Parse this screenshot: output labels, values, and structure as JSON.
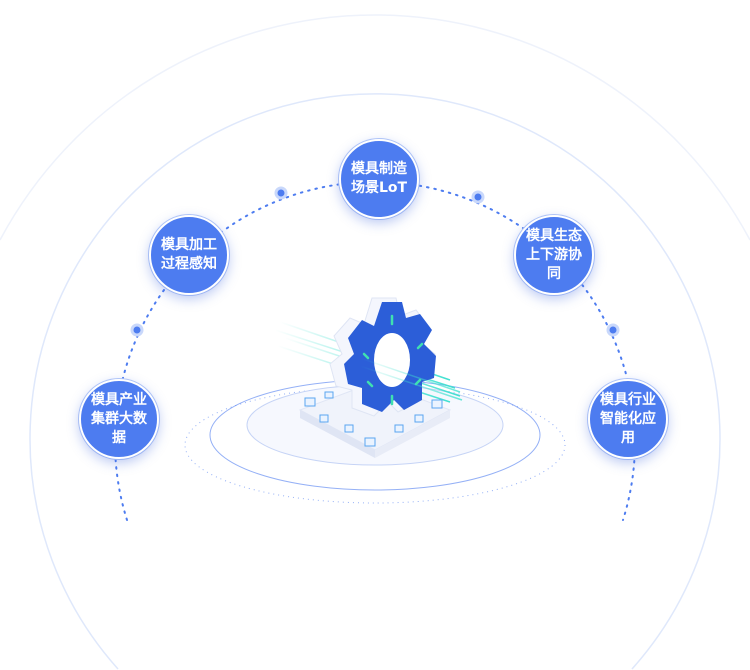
{
  "nodes": [
    {
      "id": "top",
      "lines": [
        "模具制造",
        "场景LoT"
      ]
    },
    {
      "id": "left-upper",
      "lines": [
        "模具加工",
        "过程感知"
      ]
    },
    {
      "id": "right-upper",
      "lines": [
        "模具生态",
        "上下游协",
        "同"
      ]
    },
    {
      "id": "left-lower",
      "lines": [
        "模具产业",
        "集群大数",
        "据"
      ]
    },
    {
      "id": "right-lower",
      "lines": [
        "模具行业",
        "智能化应",
        "用"
      ]
    }
  ],
  "colors": {
    "node": "#4d7cf0",
    "accent": "#2f5fe0",
    "cyan": "#3fe0d0"
  }
}
